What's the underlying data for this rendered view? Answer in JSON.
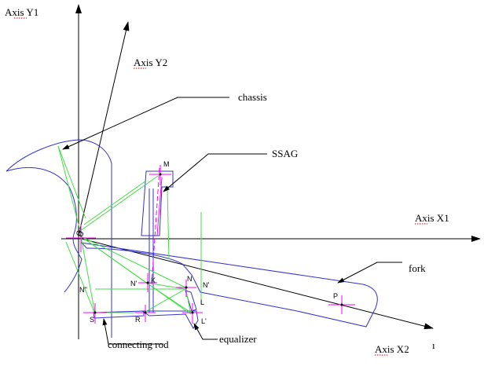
{
  "labels": {
    "axis_y1": "Axis Y1",
    "axis_y2": "Axis Y2",
    "axis_x1": "Axis X1",
    "axis_x2": "Axis X2",
    "chassis": "chassis",
    "ssag": "SSAG",
    "fork": "fork",
    "connecting_rod": "connecting rod",
    "equalizer": "equalizer",
    "tick_mark": "ı"
  },
  "points": {
    "M": "M",
    "N_dprime": "N''",
    "N_prime_left": "N'",
    "K": "K",
    "N": "N",
    "N_prime": "N'",
    "L": "L",
    "L_prime": "L'",
    "S": "S",
    "R": "R",
    "P": "P",
    "O": "O"
  },
  "colors": {
    "axes": "#000000",
    "outline": "#3333cc",
    "construction": "#44dd44",
    "centerline": "#ff00ff",
    "spellcheck": "#d00000"
  }
}
